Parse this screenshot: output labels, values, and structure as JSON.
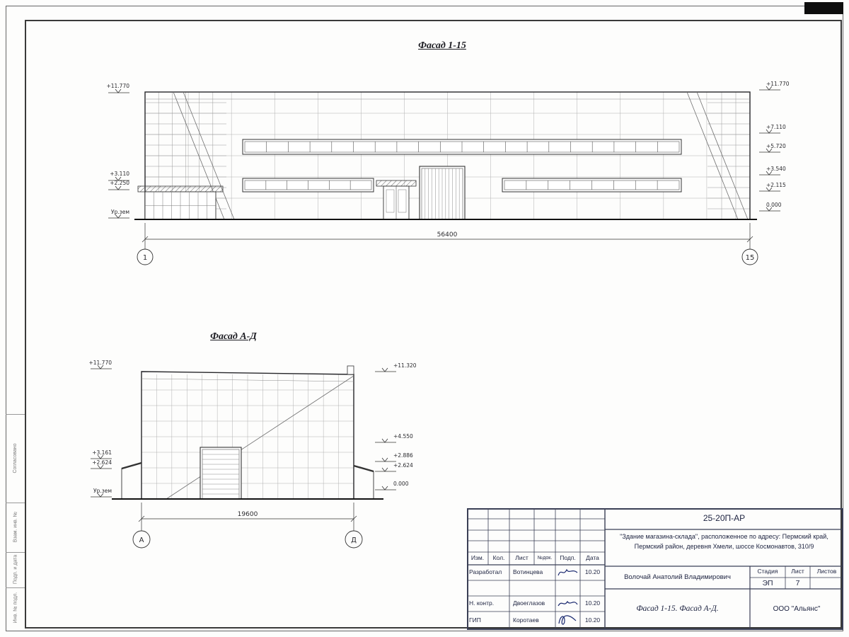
{
  "frame": {
    "side_labels": [
      {
        "label": "Согласовано"
      },
      {
        "label": "Взам. инв. №"
      },
      {
        "label": "Подп. и дата"
      },
      {
        "label": "Инв. № подл."
      }
    ]
  },
  "facade1": {
    "title": "Фасад 1-15",
    "dimension": "56400",
    "axis_left": "1",
    "axis_right": "15",
    "elev_left": [
      "+11.770",
      "+3.110",
      "+2.250",
      "Ур.зем"
    ],
    "elev_right": [
      "+11.770",
      "+7.110",
      "+5.720",
      "+3.540",
      "+2.115",
      "0.000"
    ]
  },
  "facade2": {
    "title": "Фасад А-Д",
    "dimension": "19600",
    "axis_left": "А",
    "axis_right": "Д",
    "elev_left": [
      "+11.770",
      "+3.161",
      "+2.624",
      "Ур.зем"
    ],
    "elev_right": [
      "+11.320",
      "+4.550",
      "+2.886",
      "+2.624",
      "0.000"
    ]
  },
  "stamp": {
    "doc_number": "25-20П-АР",
    "project_line1": "\"Здание магазина-склада\", расположенное по адресу: Пермский край,",
    "project_line2": "Пермский район, деревня Хмели, шоссе Космонавтов, 310/9",
    "rev_headers": [
      "Изм.",
      "Кол.",
      "Лист",
      "№док.",
      "Подп.",
      "Дата"
    ],
    "rows": [
      {
        "role": "Разработал",
        "name": "Вотинцева",
        "date": "10.20"
      },
      {
        "role": "",
        "name": "",
        "date": ""
      },
      {
        "role": "Н. контр.",
        "name": "Двоеглазов",
        "date": "10.20"
      },
      {
        "role": "ГИП",
        "name": "Коротаев",
        "date": "10.20"
      }
    ],
    "chief": "Волочай Анатолий Владимирович",
    "stage_label": "Стадия",
    "sheet_label": "Лист",
    "sheets_label": "Листов",
    "stage_value": "ЭП",
    "sheet_value": "7",
    "sheets_value": "",
    "drawing_title": "Фасад 1-15. Фасад А-Д.",
    "company": "ООО \"Альянс\""
  }
}
